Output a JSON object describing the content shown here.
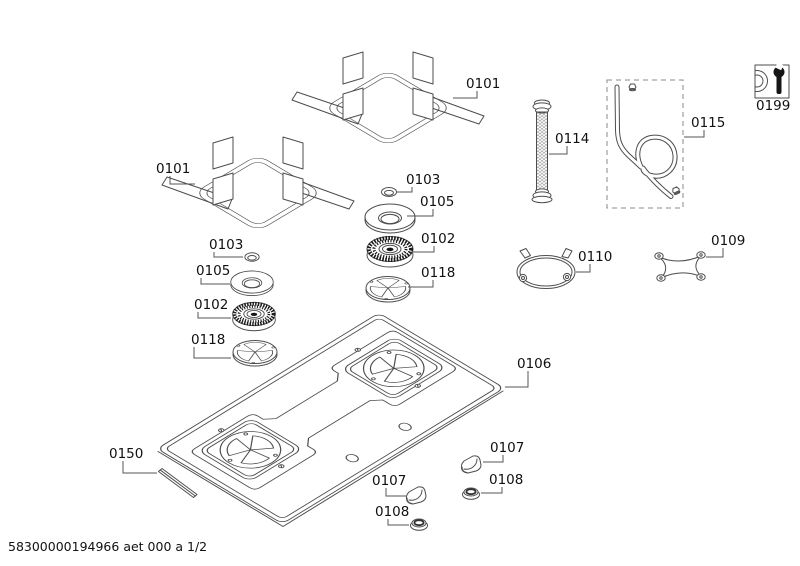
{
  "page": {
    "background": "#ffffff",
    "drawing_number": "58300000194966 aet 000 a 1/2"
  },
  "colors": {
    "line": "#4d4d4d",
    "text": "#111111",
    "dark_fill": "#161616",
    "dashed_box": "#8a8a8a",
    "background": "#ffffff"
  },
  "icons": {
    "service_tool": "wrench-icon"
  },
  "parts": {
    "pan_support_top": {
      "label": "0101"
    },
    "pan_support_left": {
      "label": "0101"
    },
    "burner_cap_center": {
      "label": "0103"
    },
    "burner_ring_center": {
      "label": "0105"
    },
    "burner_crown_center": {
      "label": "0102"
    },
    "burner_base_center": {
      "label": "0118"
    },
    "burner_cap_left": {
      "label": "0103"
    },
    "burner_ring_left": {
      "label": "0105"
    },
    "burner_crown_left": {
      "label": "0102"
    },
    "burner_base_left": {
      "label": "0118"
    },
    "flexible_hose": {
      "label": "0114"
    },
    "gas_pipe": {
      "label": "0115"
    },
    "service_tool": {
      "label": "0199"
    },
    "wok_ring": {
      "label": "0110"
    },
    "cross_support": {
      "label": "0109"
    },
    "cooktop_panel": {
      "label": "0106"
    },
    "seal_strip": {
      "label": "0150"
    },
    "control_knob_right": {
      "label": "0107"
    },
    "control_knob_left": {
      "label": "0107"
    },
    "knob_bezel_right": {
      "label": "0108"
    },
    "knob_bezel_left": {
      "label": "0108"
    }
  }
}
